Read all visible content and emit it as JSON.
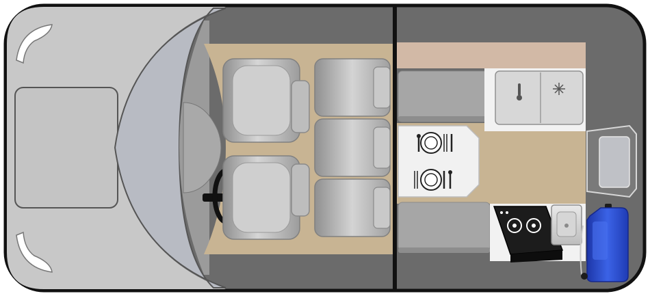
{
  "floorplan": {
    "colors": {
      "outline": "#111111",
      "body": "#6b6b6b",
      "hood": "#c9c9c9",
      "windshield": "#b9bcc4",
      "floor": "#c8b493",
      "seat": "#c4c4c4",
      "seat_shadow": "#9a9a9a",
      "counter": "#d2b9a6",
      "appliance": "#d8d8d8",
      "table": "#f0f0f0",
      "stove": "#1c1c1c",
      "water_tank": "#2d4fd0"
    },
    "seats": {
      "front_count": 2,
      "rear_bench_count": 3
    },
    "place_settings": 2
  }
}
